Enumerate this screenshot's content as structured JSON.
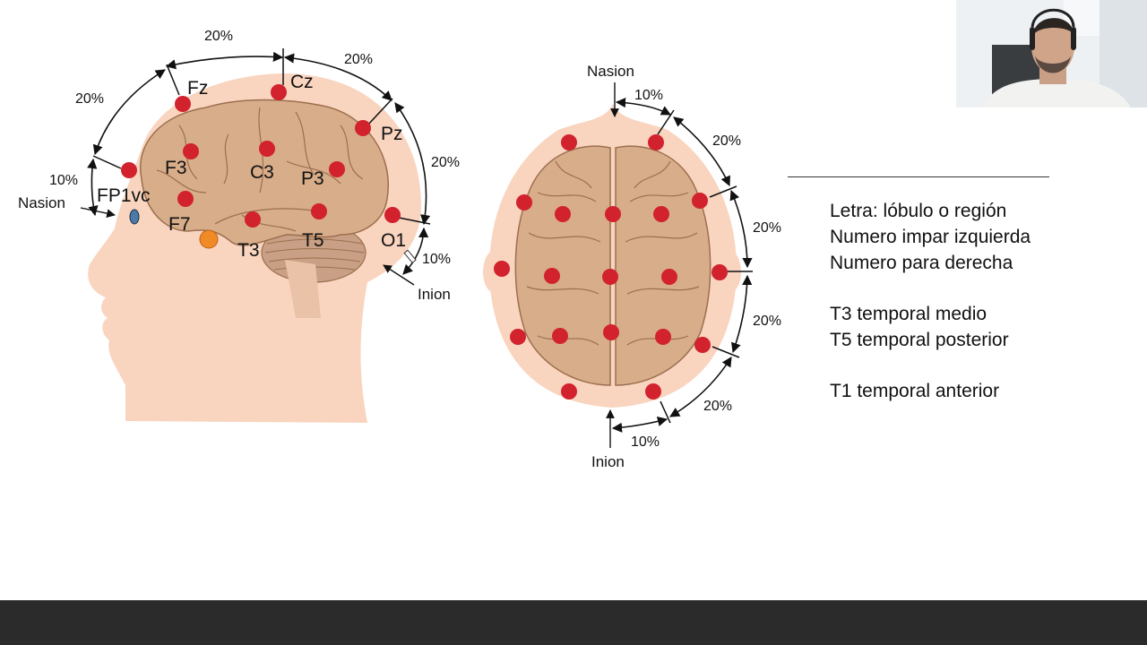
{
  "side_view": {
    "electrodes": [
      "Fz",
      "Cz",
      "Pz",
      "F3",
      "C3",
      "P3",
      "FP1vc",
      "F7",
      "T3",
      "T5",
      "O1"
    ],
    "percentages": [
      "20%",
      "20%",
      "20%",
      "10%",
      "20%",
      "10%"
    ],
    "landmarks": {
      "nasion": "Nasion",
      "inion": "Inion"
    }
  },
  "top_view": {
    "percentages": [
      "10%",
      "20%",
      "20%",
      "20%",
      "20%",
      "10%"
    ],
    "landmarks": {
      "nasion": "Nasion",
      "inion": "Inion"
    }
  },
  "notes": [
    "Letra: lóbulo o región",
    "Numero impar izquierda",
    "Numero para derecha",
    "T3 temporal medio",
    "T5 temporal posterior",
    "T1 temporal anterior"
  ],
  "colors": {
    "electrode": "#d1222e",
    "head": "#f9d4bf",
    "brain": "#d8ad8a",
    "brain_line": "#9c6f4e",
    "reference": "#f08a24"
  }
}
